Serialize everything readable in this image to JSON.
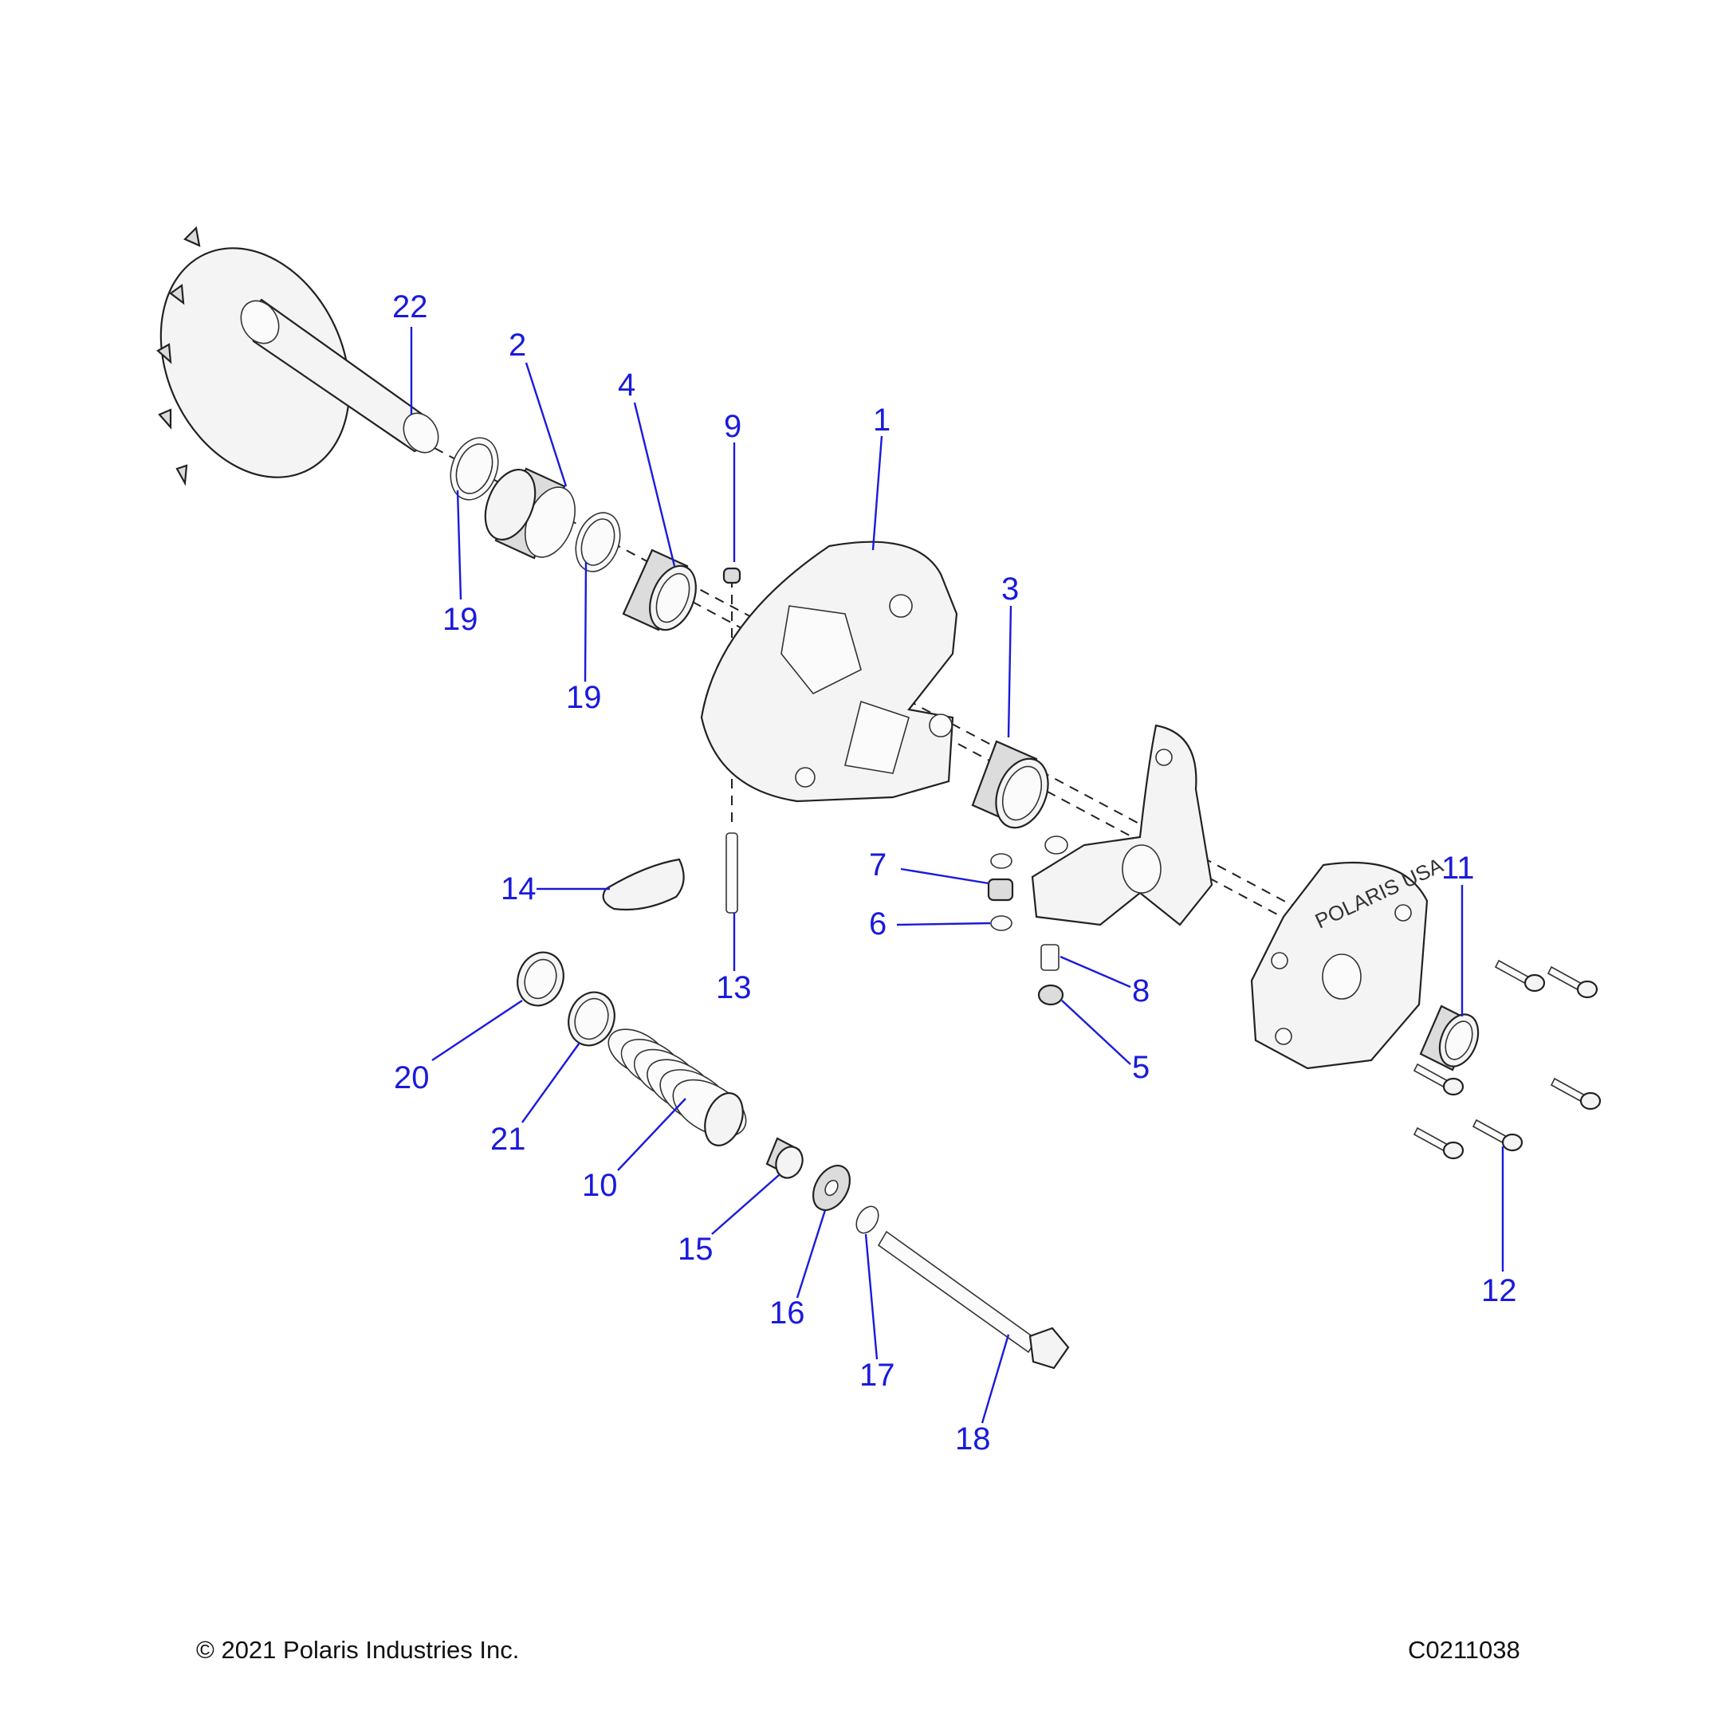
{
  "callouts": {
    "c1": "1",
    "c2": "2",
    "c3": "3",
    "c4": "4",
    "c5": "5",
    "c6": "6",
    "c7": "7",
    "c8": "8",
    "c9": "9",
    "c10": "10",
    "c11": "11",
    "c12": "12",
    "c13": "13",
    "c14": "14",
    "c15": "15",
    "c16": "16",
    "c17": "17",
    "c18": "18",
    "c19a": "19",
    "c19b": "19",
    "c20": "20",
    "c21": "21",
    "c22": "22"
  },
  "cover_lettering": "POLARIS USA",
  "footer": {
    "copyright": "© 2021 Polaris Industries Inc.",
    "drawing_number": "C0211038"
  },
  "colors": {
    "callout": "#1a1adc",
    "line": "#222222"
  }
}
